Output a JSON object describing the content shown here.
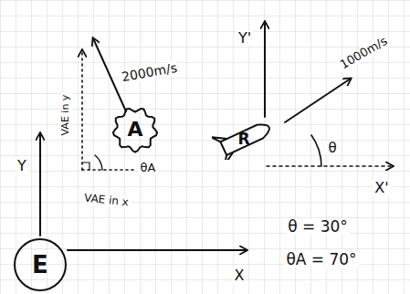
{
  "diagram": {
    "nodes": [
      {
        "text": [
          "A"
        ]
      },
      {
        "text": [
          "R"
        ]
      },
      {
        "text": [
          "E"
        ]
      }
    ],
    "labels": [
      "Y",
      "X",
      "Y'",
      "X'",
      "2000m/s",
      "1000m/s",
      "VAE in y",
      "VAE in x",
      "θA",
      "θ",
      "θ = 30°",
      "θA = 70°"
    ]
  }
}
